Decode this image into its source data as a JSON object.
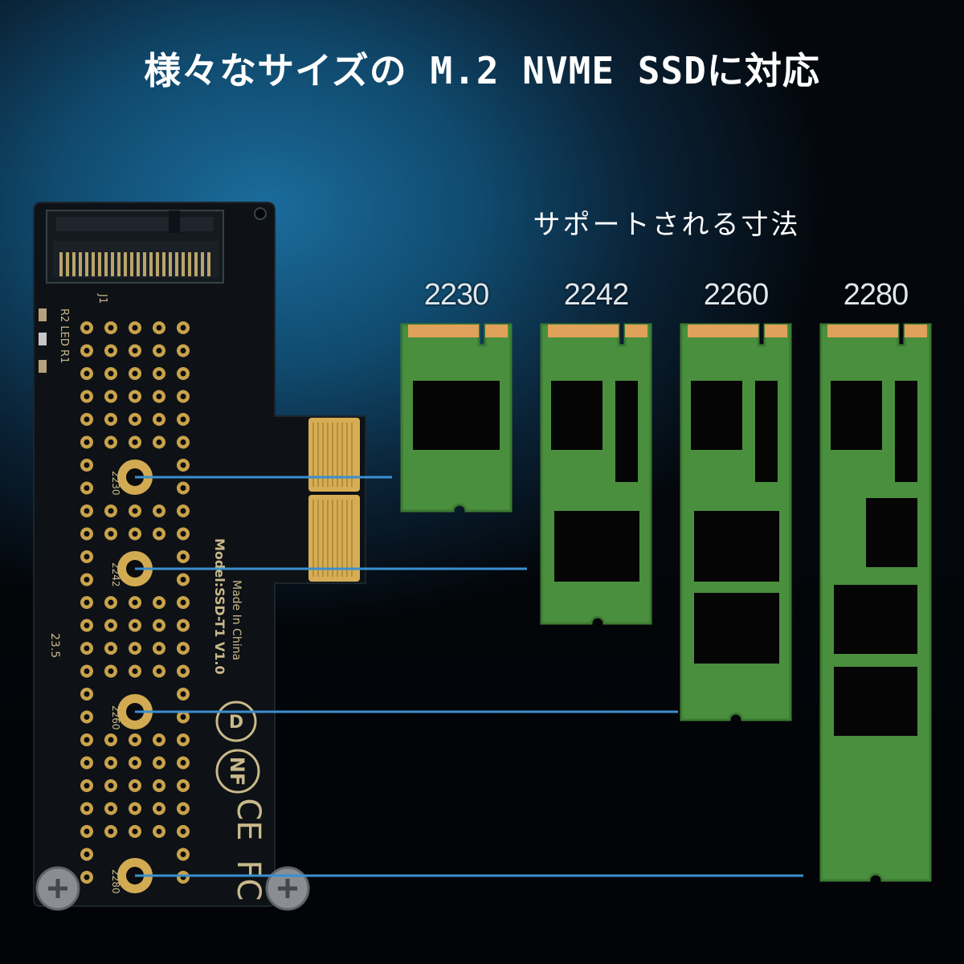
{
  "headline": "様々なサイズの M.2 NVME SSDに対応",
  "subheading": "サポートされる寸法",
  "sizes": [
    {
      "label": "2230"
    },
    {
      "label": "2242"
    },
    {
      "label": "2260"
    },
    {
      "label": "2280"
    }
  ],
  "board": {
    "connector_label": "J1",
    "led_labels": "R2 LED R1",
    "hole_labels": [
      "2230",
      "2242",
      "2260",
      "2280"
    ],
    "model_text": "Model:SSD-T1 V1.0",
    "made_in": "Made In China",
    "marking": "23.5",
    "cert_marks": [
      "FC",
      "CE",
      "NF",
      "D"
    ]
  },
  "colors": {
    "pcb": "#0e1216",
    "gold": "#c9a24a",
    "ssd_green": "#4a8f3e",
    "ssd_edge": "#3c7a31",
    "contact_orange": "#e0a15a",
    "chip": "#050505",
    "leader_line": "#3a8fcf"
  }
}
